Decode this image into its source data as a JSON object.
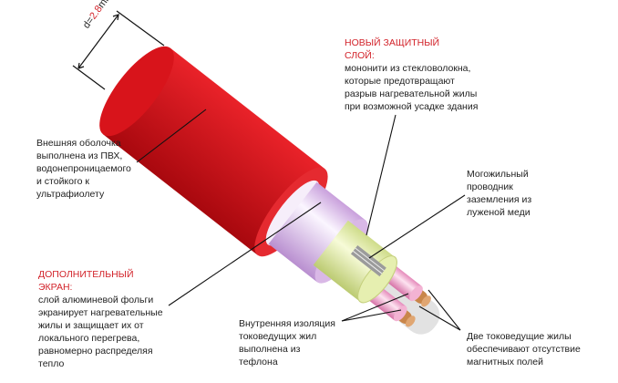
{
  "dimension": {
    "prefix": "d=",
    "value": "2.8",
    "unit": "mm"
  },
  "labels": {
    "protective_layer": {
      "title": [
        "НОВЫЙ ЗАЩИТНЫЙ",
        "СЛОЙ:"
      ],
      "body": [
        "мононити из стекловолокна,",
        "которые предотвращают",
        "разрыв нагревательной жилы",
        "при возможной усадке здания"
      ]
    },
    "ground_wire": {
      "body": [
        "Могожильный",
        "проводник",
        "заземления из",
        "луженой меди"
      ]
    },
    "outer_sheath": {
      "body": [
        "Внешняя оболочка",
        "выполнена из ПВХ,",
        "водонепроницаемого",
        "и стойкого к",
        "ультрафиолету"
      ]
    },
    "extra_screen": {
      "title": [
        "ДОПОЛНИТЕЛЬНЫЙ",
        "ЭКРАН:"
      ],
      "body": [
        "слой алюминевой фольги",
        "экранирует нагревательные",
        "жилы и защищает их от",
        "локального перегрева,",
        "равномерно распределяя",
        "тепло"
      ]
    },
    "inner_insulation": {
      "body": [
        "Внутренняя изоляция",
        "токоведущих жил",
        "выполнена из",
        "тефлона"
      ]
    },
    "conductors": {
      "body": [
        "Две токоведущие жилы",
        "обеспечивают отсутствие",
        "магнитных полей"
      ]
    }
  },
  "colors": {
    "sheath": "#e3141c",
    "screen": "#d9b8e6",
    "glass_layer": "#e6efb0",
    "insulation": "#f3b3d3",
    "copper": "#c9864a",
    "title_red": "#d2232a"
  }
}
